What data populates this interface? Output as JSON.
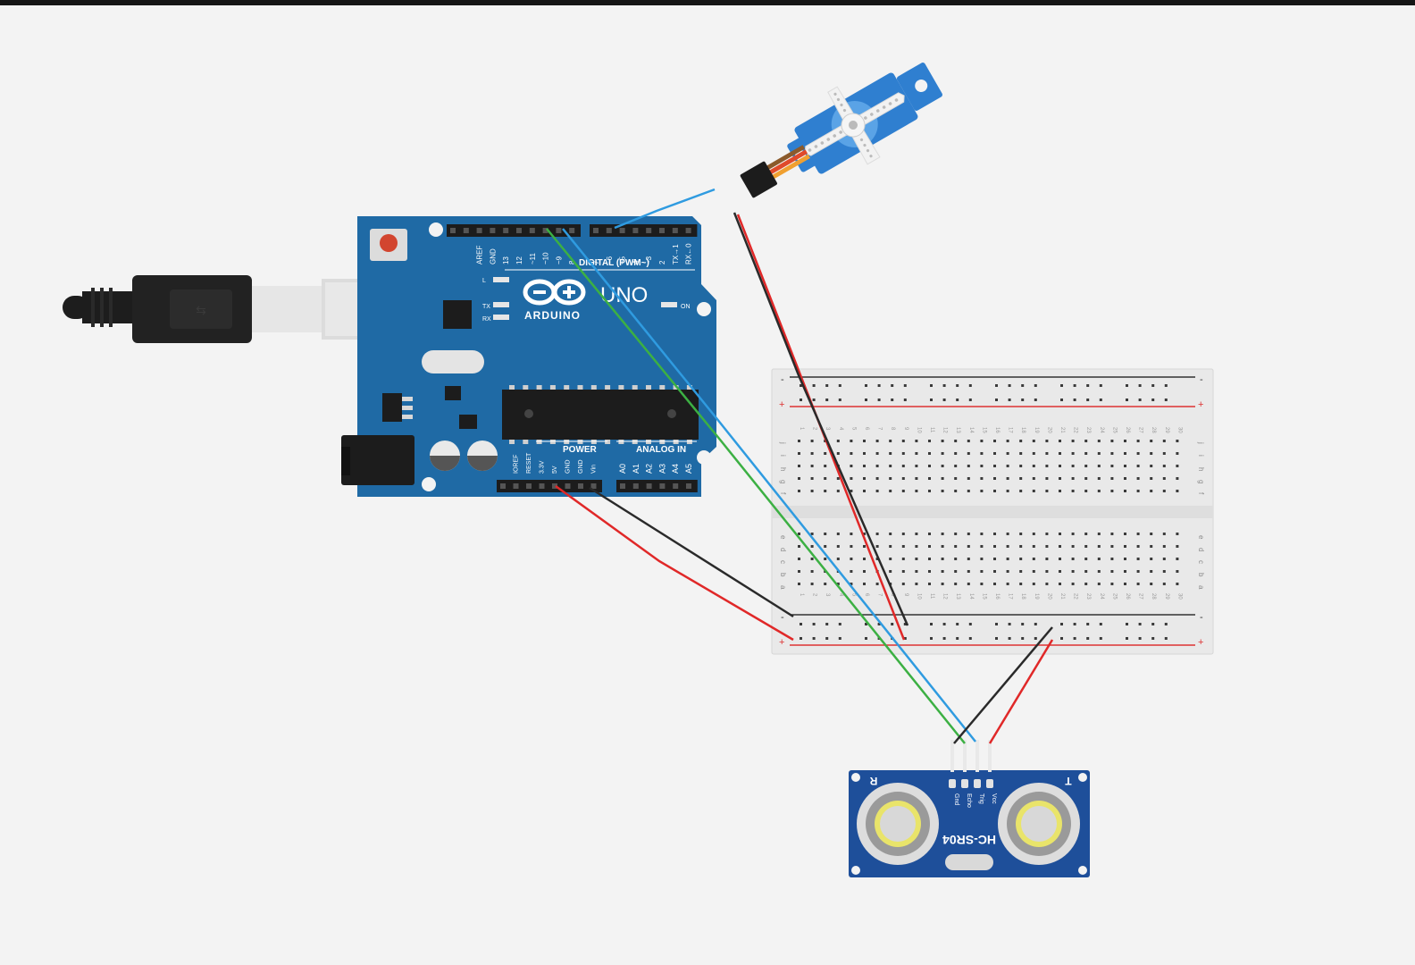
{
  "canvas": {
    "background": "#f3f3f3"
  },
  "arduino": {
    "brand": "ARDUINO",
    "model": "UNO",
    "board_color": "#1f6aa5",
    "digital_header_label": "DIGITAL (PWM~)",
    "power_header_label": "POWER",
    "analog_header_label": "ANALOG IN",
    "digital_pins": [
      "AREF",
      "GND",
      "13",
      "12",
      "~11",
      "~10",
      "~9",
      "8",
      "7",
      "~6",
      "~5",
      "4",
      "~3",
      "2",
      "TX→1",
      "RX←0"
    ],
    "power_pins": [
      "IOREF",
      "RESET",
      "3.3V",
      "5V",
      "GND",
      "GND",
      "Vin"
    ],
    "analog_pins": [
      "A0",
      "A1",
      "A2",
      "A3",
      "A4",
      "A5"
    ],
    "led_labels": [
      "L",
      "TX",
      "RX"
    ],
    "on_label": "ON"
  },
  "breadboard": {
    "rail_minus": "-",
    "rail_plus": "+",
    "columns": [
      "1",
      "2",
      "3",
      "4",
      "5",
      "6",
      "7",
      "8",
      "9",
      "10",
      "11",
      "12",
      "13",
      "14",
      "15",
      "16",
      "17",
      "18",
      "19",
      "20",
      "21",
      "22",
      "23",
      "24",
      "25",
      "26",
      "27",
      "28",
      "29",
      "30"
    ],
    "top_rows": [
      "j",
      "i",
      "h",
      "g",
      "f"
    ],
    "bottom_rows": [
      "e",
      "d",
      "c",
      "b",
      "a"
    ]
  },
  "sensor": {
    "model": "HC-SR04",
    "pins": [
      "Vcc",
      "Trig",
      "Echo",
      "Gnd"
    ],
    "left_label": "R",
    "right_label": "T",
    "board_color": "#1e4f9a"
  },
  "servo": {
    "body_color": "#2f7fd0"
  },
  "wires": {
    "red": "#e02828",
    "black": "#2a2a2a",
    "blue": "#2f9be0",
    "green": "#3cb043"
  }
}
